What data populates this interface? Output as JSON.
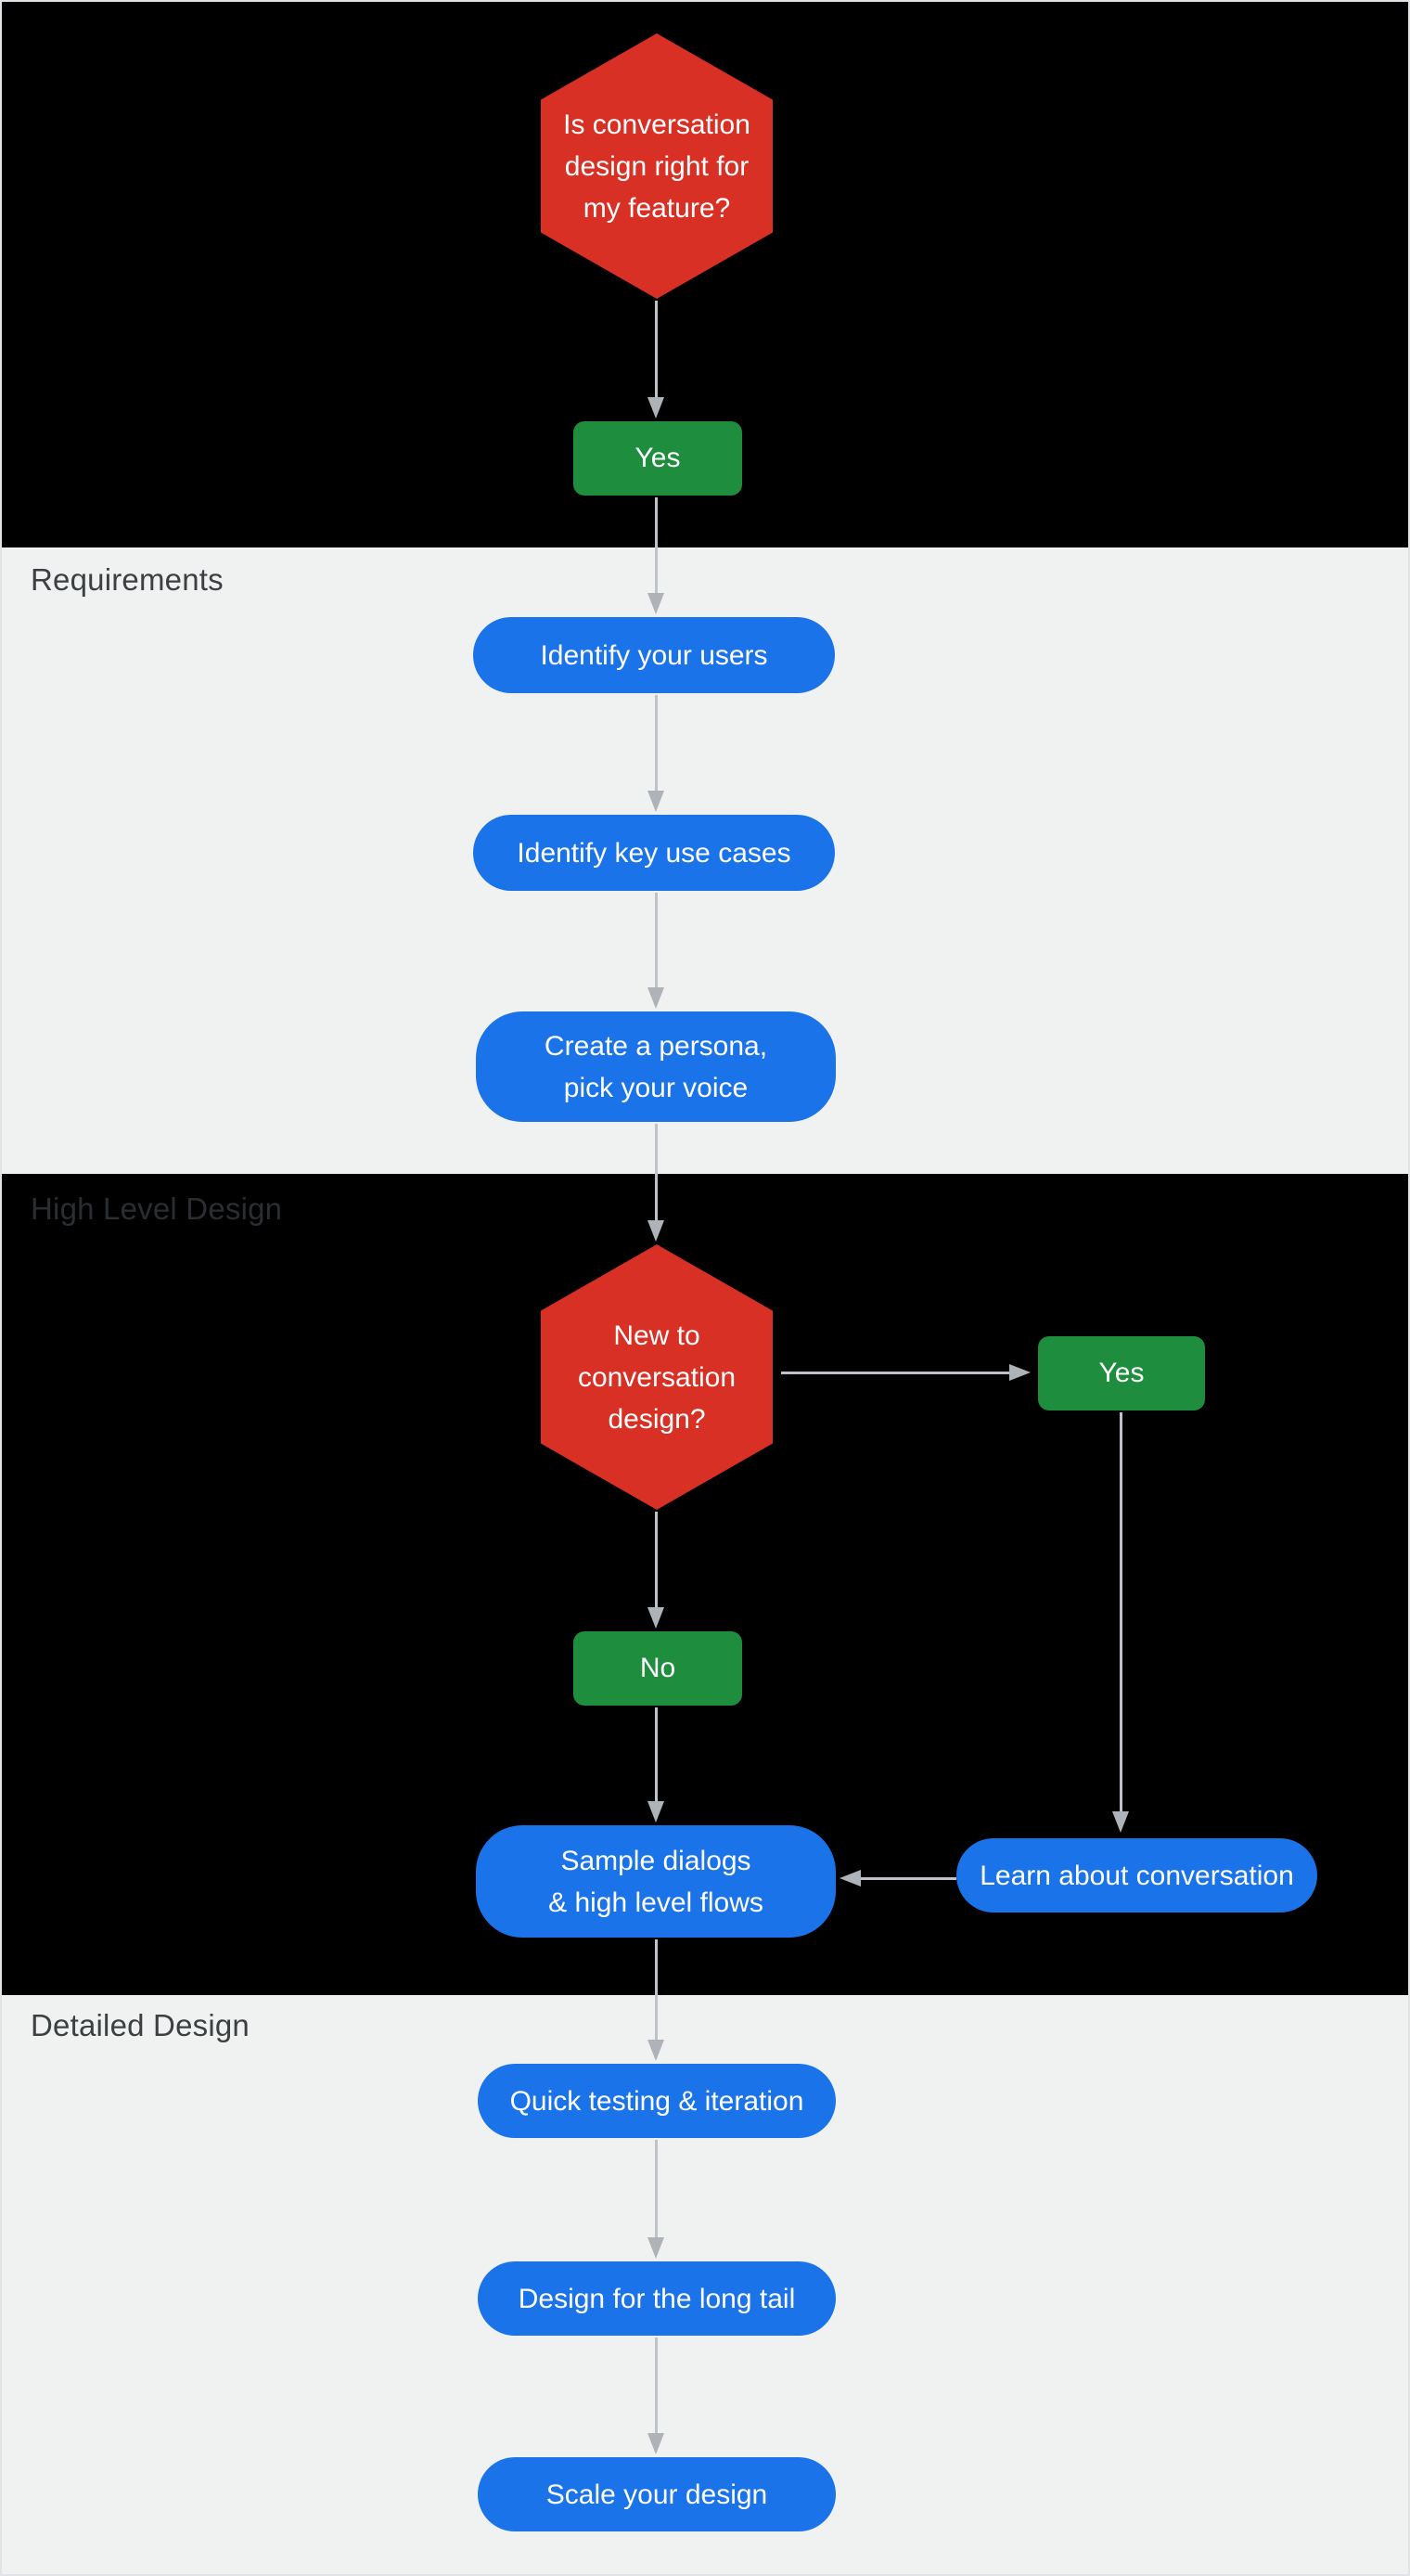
{
  "colors": {
    "decision_red": "#d93025",
    "answer_green": "#1e8e3e",
    "step_blue": "#1a73e8",
    "arrow_gray": "#bfc3c7",
    "section_dark": "#000000",
    "section_light": "#f0f1f1",
    "label_on_light": "#3c4043",
    "label_on_dark": "#2a2d31"
  },
  "sections": {
    "requirements": {
      "label": "Requirements"
    },
    "high_level_design": {
      "label": "High Level Design"
    },
    "detailed_design": {
      "label": "Detailed Design"
    }
  },
  "nodes": {
    "decision1": {
      "lines": [
        "Is conversation",
        "design right for",
        "my feature?"
      ]
    },
    "yes1": {
      "label": "Yes"
    },
    "identify_users": {
      "label": "Identify your users"
    },
    "identify_use_cases": {
      "label": "Identify key use cases"
    },
    "create_persona": {
      "lines": [
        "Create a persona,",
        "pick your voice"
      ]
    },
    "decision2": {
      "lines": [
        "New to",
        "conversation",
        "design?"
      ]
    },
    "yes2": {
      "label": "Yes"
    },
    "no1": {
      "label": "No"
    },
    "sample_dialogs": {
      "lines": [
        "Sample dialogs",
        "& high level flows"
      ]
    },
    "learn_conversation": {
      "label": "Learn about conversation"
    },
    "quick_testing": {
      "label": "Quick testing & iteration"
    },
    "long_tail": {
      "label": "Design for the long tail"
    },
    "scale_design": {
      "label": "Scale your design"
    }
  }
}
